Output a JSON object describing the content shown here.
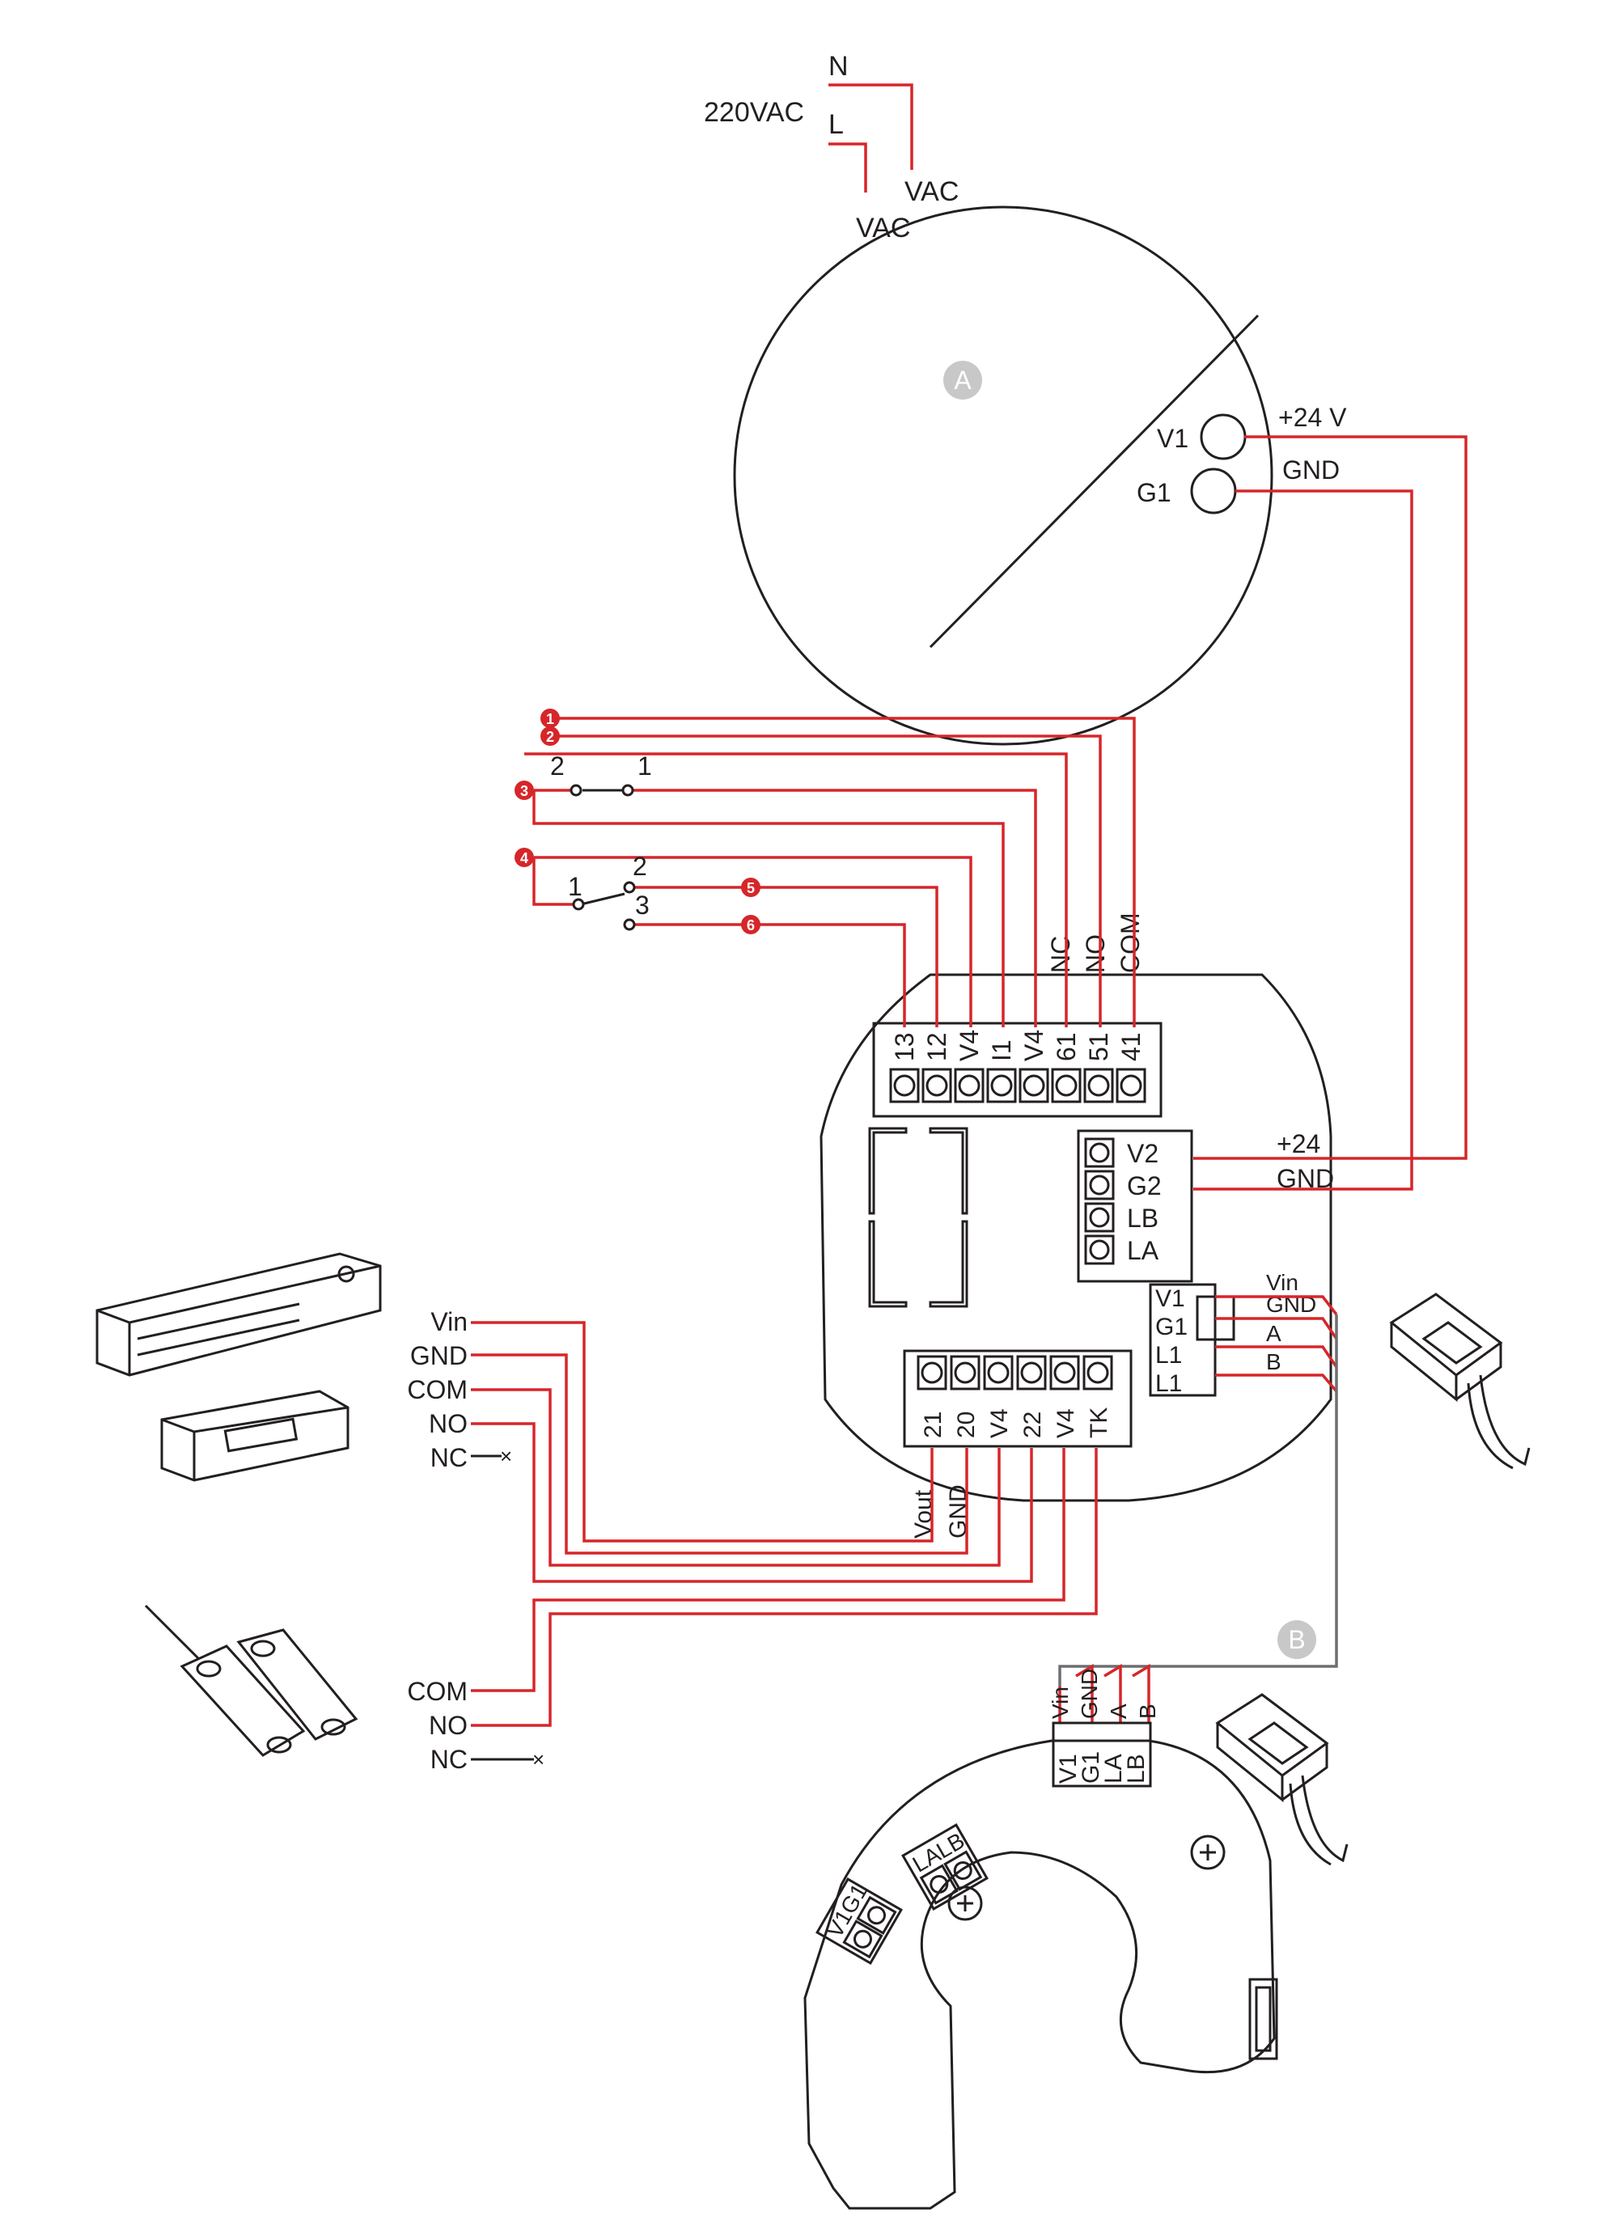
{
  "supply": {
    "neutral": "N",
    "line": "L",
    "voltage": "220VAC",
    "vac_upper": "VAC",
    "vac_lower": "VAC",
    "out_v": "V1",
    "out_g": "G1",
    "out_v_label": "+24 V",
    "out_g_label": "GND",
    "badge": "A"
  },
  "markers": [
    "1",
    "2",
    "3",
    "4",
    "5",
    "6"
  ],
  "switch_top": {
    "pin_left": "2",
    "pin_right": "1"
  },
  "switch_bottom": {
    "pin_common": "1",
    "pin_2": "2",
    "pin_3": "3"
  },
  "relay_labels": {
    "nc": "NC",
    "no": "NO",
    "com": "COM"
  },
  "module": {
    "top_terminals": [
      "13",
      "12",
      "V4",
      "I1",
      "V4",
      "61",
      "51",
      "41"
    ],
    "right_terminals": [
      "V2",
      "G2",
      "LB",
      "LA"
    ],
    "power_plus": "+24",
    "power_gnd": "GND",
    "bus_terminals": [
      "V1",
      "G1",
      "L1",
      "L1"
    ],
    "bus_labels": [
      "Vin",
      "GND",
      "A",
      "B"
    ],
    "bottom_terminals": [
      "21",
      "20",
      "V4",
      "22",
      "V4",
      "TK"
    ],
    "vout": "Vout",
    "bottom_gnd": "GND"
  },
  "lock_labels": [
    "Vin",
    "GND",
    "COM",
    "NO",
    "NC"
  ],
  "contact_labels": [
    "COM",
    "NO",
    "NC"
  ],
  "badge_b": "B",
  "panel": {
    "bus_labels": [
      "Vin",
      "GND",
      "A",
      "B"
    ],
    "terminals": [
      "V1",
      "G1",
      "LA",
      "LB"
    ],
    "pair_la_lb": [
      "LA",
      "LB"
    ],
    "pair_v1_g1": [
      "V1",
      "G1"
    ]
  },
  "colors": {
    "wire": "#d6262a",
    "bus_wire": "#6d6e71",
    "line": "#231f20",
    "badge": "#c8c8c8"
  }
}
